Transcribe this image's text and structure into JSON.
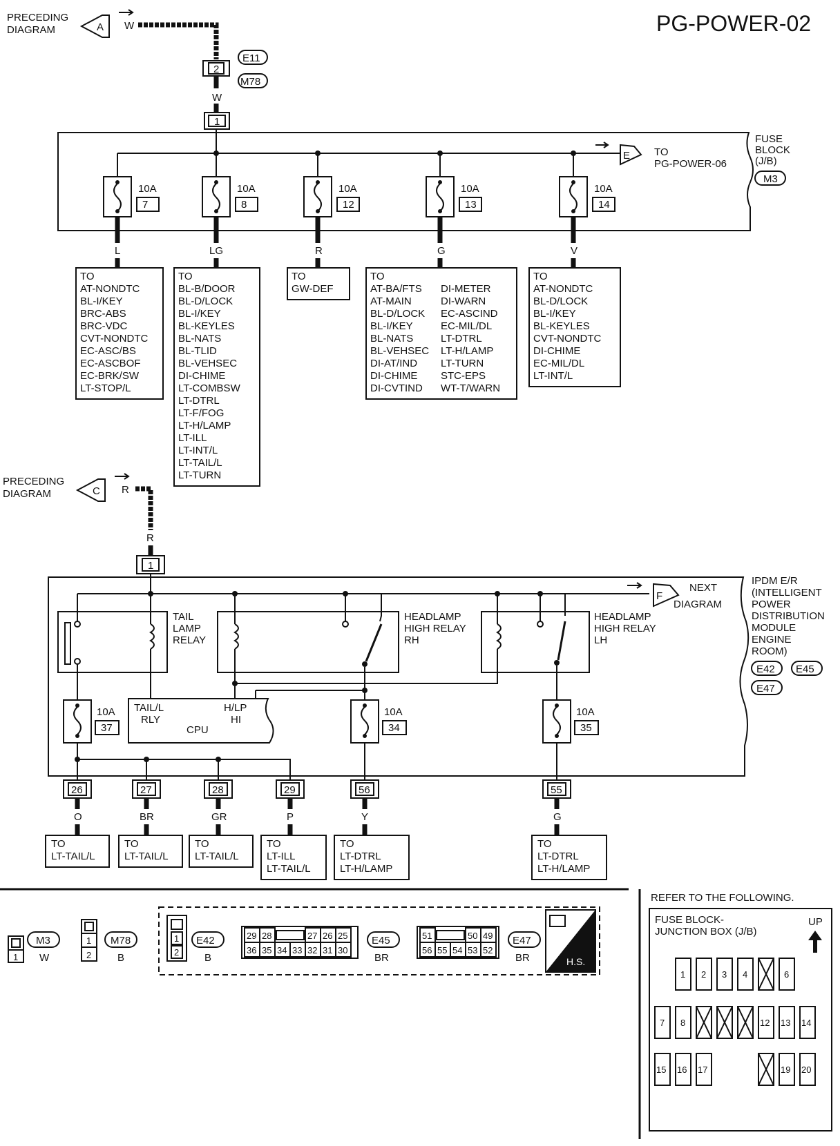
{
  "title": "PG-POWER-02",
  "preceding_a": {
    "label": "PRECEDING\nDIAGRAM",
    "marker": "A",
    "color": "W"
  },
  "preceding_c": {
    "label": "PRECEDING\nDIAGRAM",
    "marker": "C",
    "color": "R"
  },
  "conn_e11": {
    "pin": "2",
    "tags": [
      "E11",
      "M78"
    ],
    "color": "W"
  },
  "fuse_block": {
    "in_pin": "1",
    "name": "FUSE\nBLOCK\n(J/B)",
    "tag": "M3",
    "to_marker": "E",
    "to_text": "TO\nPG-POWER-06",
    "fuses": [
      {
        "amp": "10A",
        "num": "7",
        "color": "L"
      },
      {
        "amp": "10A",
        "num": "8",
        "color": "LG"
      },
      {
        "amp": "10A",
        "num": "12",
        "color": "R"
      },
      {
        "amp": "10A",
        "num": "13",
        "color": "G"
      },
      {
        "amp": "10A",
        "num": "14",
        "color": "V"
      }
    ]
  },
  "destinations_top": [
    {
      "lines": [
        "TO",
        "AT-NONDTC",
        "BL-I/KEY",
        "BRC-ABS",
        "BRC-VDC",
        "CVT-NONDTC",
        "EC-ASC/BS",
        "EC-ASCBOF",
        "EC-BRK/SW",
        "LT-STOP/L"
      ]
    },
    {
      "lines": [
        "TO",
        "BL-B/DOOR",
        "BL-D/LOCK",
        "BL-I/KEY",
        "BL-KEYLES",
        "BL-NATS",
        "BL-TLID",
        "BL-VEHSEC",
        "DI-CHIME",
        "LT-COMBSW",
        "LT-DTRL",
        "LT-F/FOG",
        "LT-H/LAMP",
        "LT-ILL",
        "LT-INT/L",
        "LT-TAIL/L",
        "LT-TURN"
      ]
    },
    {
      "lines": [
        "TO",
        "GW-DEF"
      ]
    },
    {
      "lines": [
        "TO",
        "AT-BA/FTS",
        "AT-MAIN",
        "BL-D/LOCK",
        "BL-I/KEY",
        "BL-NATS",
        "BL-VEHSEC",
        "DI-AT/IND",
        "DI-CHIME",
        "DI-CVTIND"
      ],
      "lines2": [
        "DI-METER",
        "DI-WARN",
        "EC-ASCIND",
        "EC-MIL/DL",
        "LT-DTRL",
        "LT-H/LAMP",
        "LT-TURN",
        "STC-EPS",
        "WT-T/WARN"
      ]
    },
    {
      "lines": [
        "TO",
        "AT-NONDTC",
        "BL-D/LOCK",
        "BL-I/KEY",
        "BL-KEYLES",
        "CVT-NONDTC",
        "DI-CHIME",
        "EC-MIL/DL",
        "LT-INT/L"
      ]
    }
  ],
  "ipdm": {
    "in_pin": "1",
    "name": "IPDM E/R\n(INTELLIGENT\nPOWER\nDISTRIBUTION\nMODULE\nENGINE\nROOM)",
    "tags": [
      "E42",
      "E45",
      "E47"
    ],
    "next_marker": "F",
    "next_text": "NEXT\nDIAGRAM",
    "relays": [
      "TAIL\nLAMP\nRELAY",
      "HEADLAMP\nHIGH RELAY\nRH",
      "HEADLAMP\nHIGH RELAY\nLH"
    ],
    "cpu": {
      "left": "TAIL/L\nRLY",
      "right": "H/LP\nHI",
      "label": "CPU"
    },
    "fuses": [
      {
        "amp": "10A",
        "num": "37"
      },
      {
        "amp": "10A",
        "num": "34"
      },
      {
        "amp": "10A",
        "num": "35"
      }
    ],
    "outputs": [
      {
        "pin": "26",
        "color": "O",
        "dest": [
          "TO",
          "LT-TAIL/L"
        ]
      },
      {
        "pin": "27",
        "color": "BR",
        "dest": [
          "TO",
          "LT-TAIL/L"
        ]
      },
      {
        "pin": "28",
        "color": "GR",
        "dest": [
          "TO",
          "LT-TAIL/L"
        ]
      },
      {
        "pin": "29",
        "color": "P",
        "dest": [
          "TO",
          "LT-ILL",
          "LT-TAIL/L"
        ]
      },
      {
        "pin": "56",
        "color": "Y",
        "dest": [
          "TO",
          "LT-DTRL",
          "LT-H/LAMP"
        ]
      },
      {
        "pin": "55",
        "color": "G",
        "dest": [
          "TO",
          "LT-DTRL",
          "LT-H/LAMP"
        ]
      }
    ]
  },
  "connectors": [
    {
      "tag": "M3",
      "color": "W",
      "pins": [
        "1"
      ]
    },
    {
      "tag": "M78",
      "color": "B",
      "pins": [
        "1",
        "2"
      ]
    },
    {
      "tag": "E42",
      "color": "B",
      "pins": [
        "1",
        "2"
      ]
    },
    {
      "tag": "E45",
      "color": "BR",
      "row1": [
        "29",
        "28",
        "",
        "27",
        "26",
        "25"
      ],
      "row2": [
        "36",
        "35",
        "34",
        "33",
        "32",
        "31",
        "30"
      ]
    },
    {
      "tag": "E47",
      "color": "BR",
      "row1": [
        "51",
        "",
        "50",
        "49"
      ],
      "row2": [
        "56",
        "55",
        "54",
        "53",
        "52"
      ]
    }
  ],
  "hs_label": "H.S.",
  "refer": {
    "heading": "REFER TO THE FOLLOWING.",
    "title": "FUSE BLOCK-\nJUNCTION BOX (J/B)",
    "up": "UP",
    "row1": [
      "1",
      "2",
      "3",
      "4",
      "X",
      "6"
    ],
    "row2": [
      "7",
      "8",
      "X",
      "X",
      "X",
      "12",
      "13",
      "14"
    ],
    "row3": [
      "15",
      "16",
      "17",
      "",
      "",
      "X",
      "19",
      "20"
    ]
  }
}
